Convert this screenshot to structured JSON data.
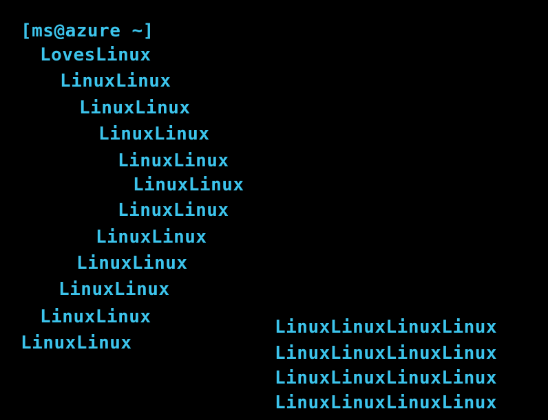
{
  "terminal": {
    "prompt": "[ms@azure ~]",
    "wave_lines": [
      "LovesLinux",
      "LinuxLinux",
      "LinuxLinux",
      "LinuxLinux",
      "LinuxLinux",
      "LinuxLinux",
      "LinuxLinux",
      "LinuxLinux",
      "LinuxLinux",
      "LinuxLinux",
      "LinuxLinux",
      "LinuxLinux"
    ],
    "block_lines": [
      "LinuxLinuxLinuxLinux",
      "LinuxLinuxLinuxLinux",
      "LinuxLinuxLinuxLinux",
      "LinuxLinuxLinuxLinux"
    ],
    "text_color": "#3cc4ec",
    "background_color": "#000000"
  }
}
